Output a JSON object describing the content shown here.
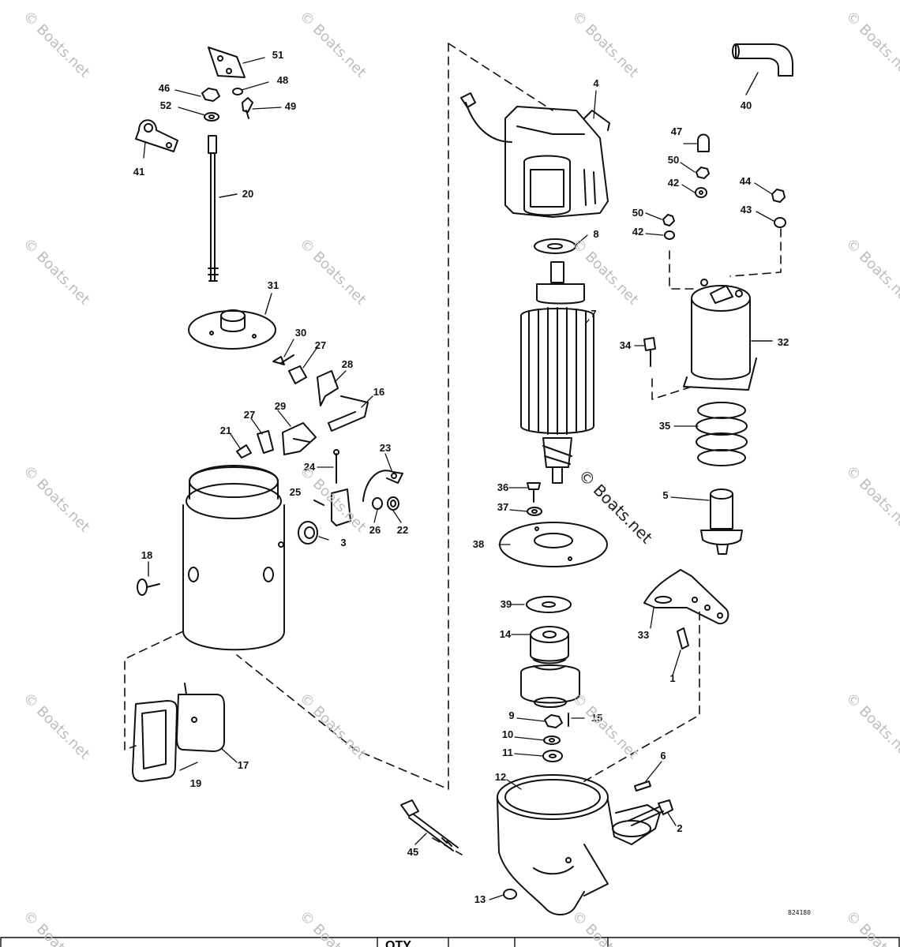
{
  "watermark": "© Boats.net",
  "diagram_code": "824180",
  "table_header_fragment": "QTY",
  "callouts": [
    "51",
    "46",
    "48",
    "52",
    "49",
    "41",
    "20",
    "31",
    "30",
    "27",
    "28",
    "16",
    "29",
    "27",
    "21",
    "24",
    "23",
    "25",
    "3",
    "26",
    "22",
    "18",
    "19",
    "17",
    "4",
    "8",
    "7",
    "34",
    "36",
    "37",
    "38",
    "39",
    "14",
    "9",
    "15",
    "10",
    "11",
    "12",
    "45",
    "13",
    "40",
    "47",
    "50",
    "44",
    "42",
    "43",
    "50",
    "42",
    "32",
    "35",
    "5",
    "33",
    "1",
    "6",
    "2"
  ]
}
